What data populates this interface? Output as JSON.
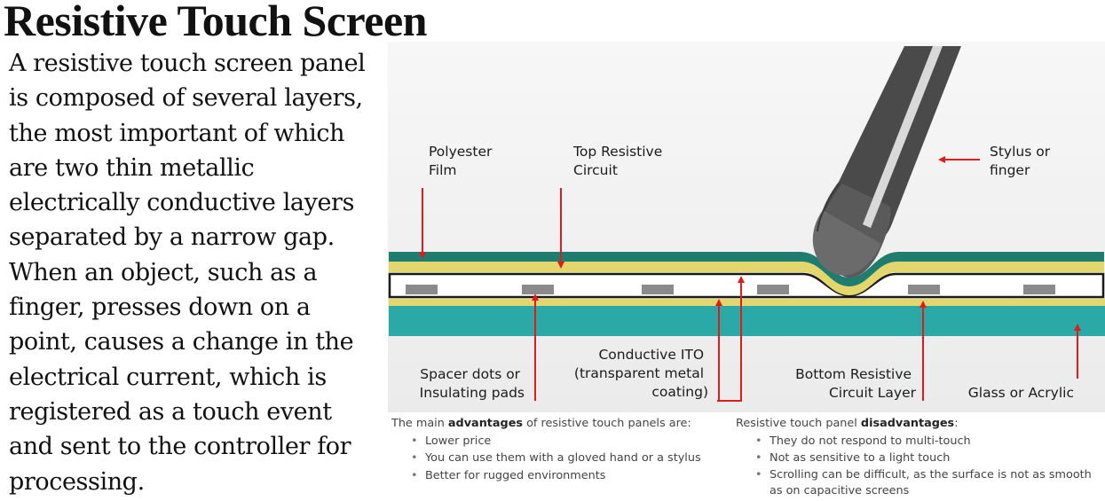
{
  "title": "Resistive Touch Screen",
  "description_lines": [
    "A resistive touch screen panel",
    "is composed of several layers,",
    "the most important of which",
    "are two thin metallic",
    "electrically conductive layers",
    "separated by a narrow gap.",
    "When an object, such as a",
    "finger, presses down on a",
    "point, causes a change in the",
    "electrical current, which  is",
    "registered as a touch event",
    "and sent to the controller for",
    "processing."
  ],
  "diagram": {
    "labels": {
      "polyester_film": [
        "Polyester",
        "Film"
      ],
      "top_resistive_circuit": [
        "Top Resistive",
        "Circuit"
      ],
      "stylus": [
        "Stylus or",
        "finger"
      ],
      "spacer_dots": [
        "Spacer dots or",
        "Insulating pads"
      ],
      "conductive_ito": [
        "Conductive ITO",
        "(transparent metal",
        "coating)"
      ],
      "bottom_resistive": [
        "Bottom Resistive",
        "Circuit Layer"
      ],
      "glass": [
        "Glass or Acrylic"
      ]
    },
    "colors": {
      "teal_dark": "#1f7d70",
      "teal_glass": "#2ba9a6",
      "yellow_layer": "#e3d66c",
      "spacer_gray": "#8a8a8a",
      "stylus_body": "#4a4a4a",
      "arrow_red": "#e01b1b",
      "background": "#f0f0f0"
    }
  },
  "advantages": {
    "prefix": "The main ",
    "bold": "advantages",
    "suffix": " of resistive touch panels are:",
    "items": [
      "Lower price",
      "You can use them with a gloved hand or a stylus",
      "Better for rugged environments"
    ]
  },
  "disadvantages": {
    "prefix": "Resistive touch panel ",
    "bold": "disadvantages",
    "suffix": ":",
    "items": [
      "They do not respond to multi-touch",
      "Not as sensitive to a light touch",
      "Scrolling can be difficult, as the surface is not as smooth as on capacitive screens"
    ]
  }
}
